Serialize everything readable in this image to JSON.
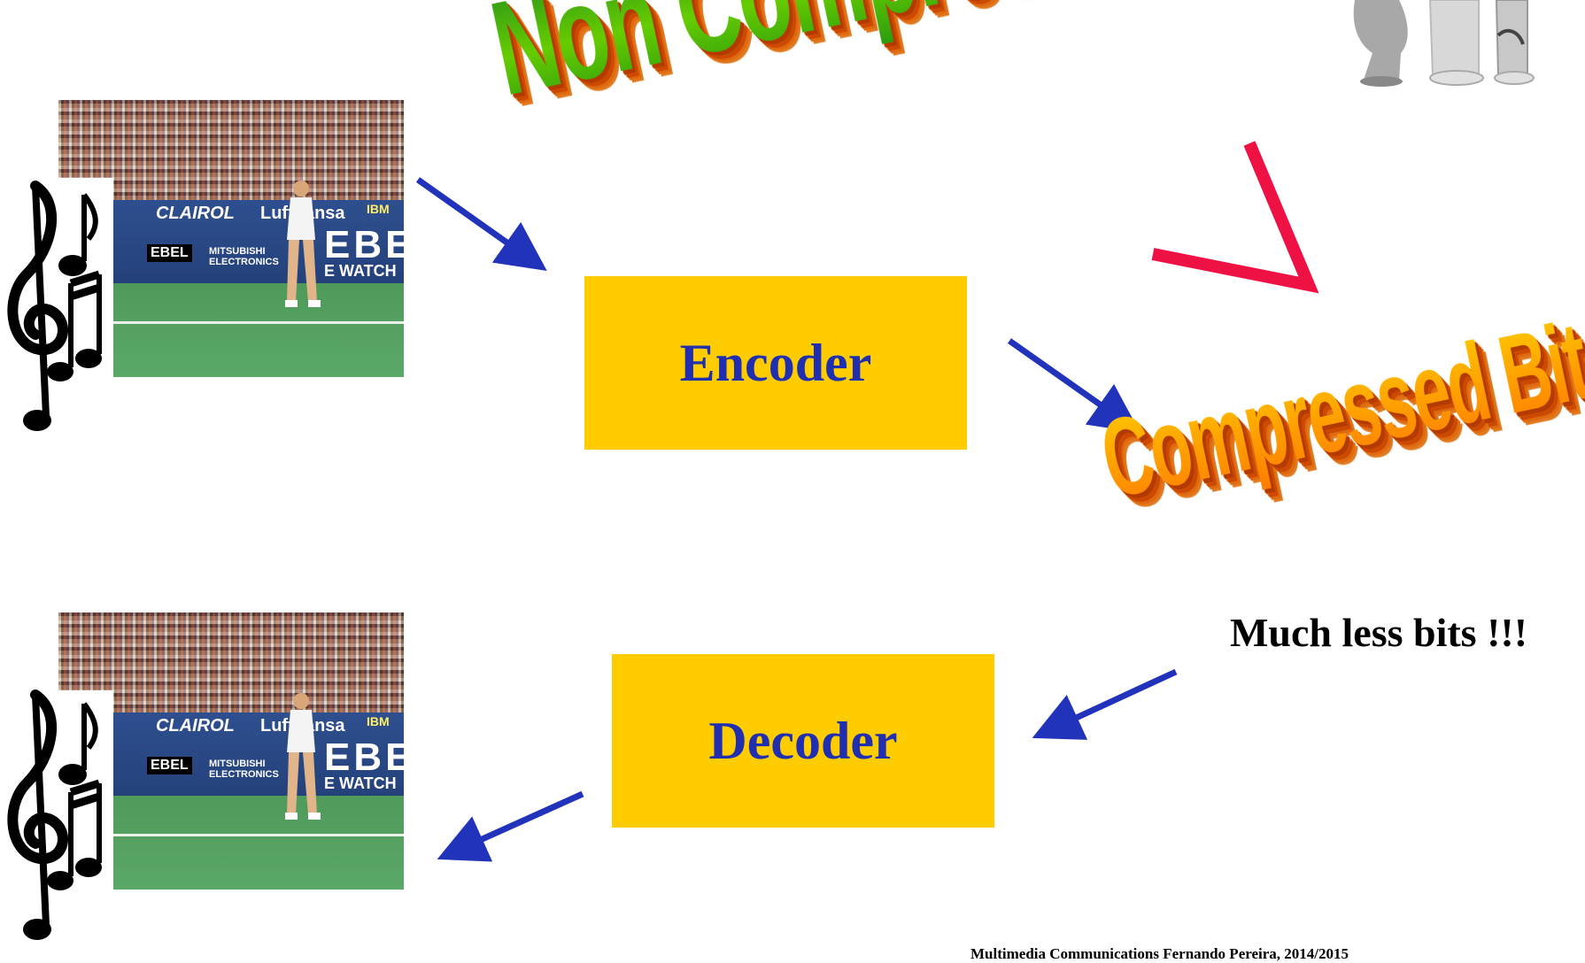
{
  "encoder": {
    "label": "Encoder"
  },
  "decoder": {
    "label": "Decoder"
  },
  "non_compressed_label": "Non Compressed Bits",
  "compressed_label": "Compressed Bits",
  "much_less_label": "Much less bits !!!",
  "footer_text": "Multimedia Communications Fernando Pereira, 2014/2015",
  "frame_banner": {
    "sponsor1": "CLAIROL",
    "sponsor2": "Lufthansa",
    "brand_big": "EBEL",
    "brand_sub": "E WATCH",
    "scoreboard_brand": "EBEL",
    "electronics": "MITSUBISHI ELECTRONICS",
    "ibm": "IBM"
  },
  "colors": {
    "box_fill": "#FFCC00",
    "box_text": "#1F2FAF",
    "flow_arrow": "#2233BB",
    "check_mark": "#EE1144"
  },
  "icons": {
    "music": "treble-clef-notes-icon",
    "check": "check-mark-icon"
  }
}
